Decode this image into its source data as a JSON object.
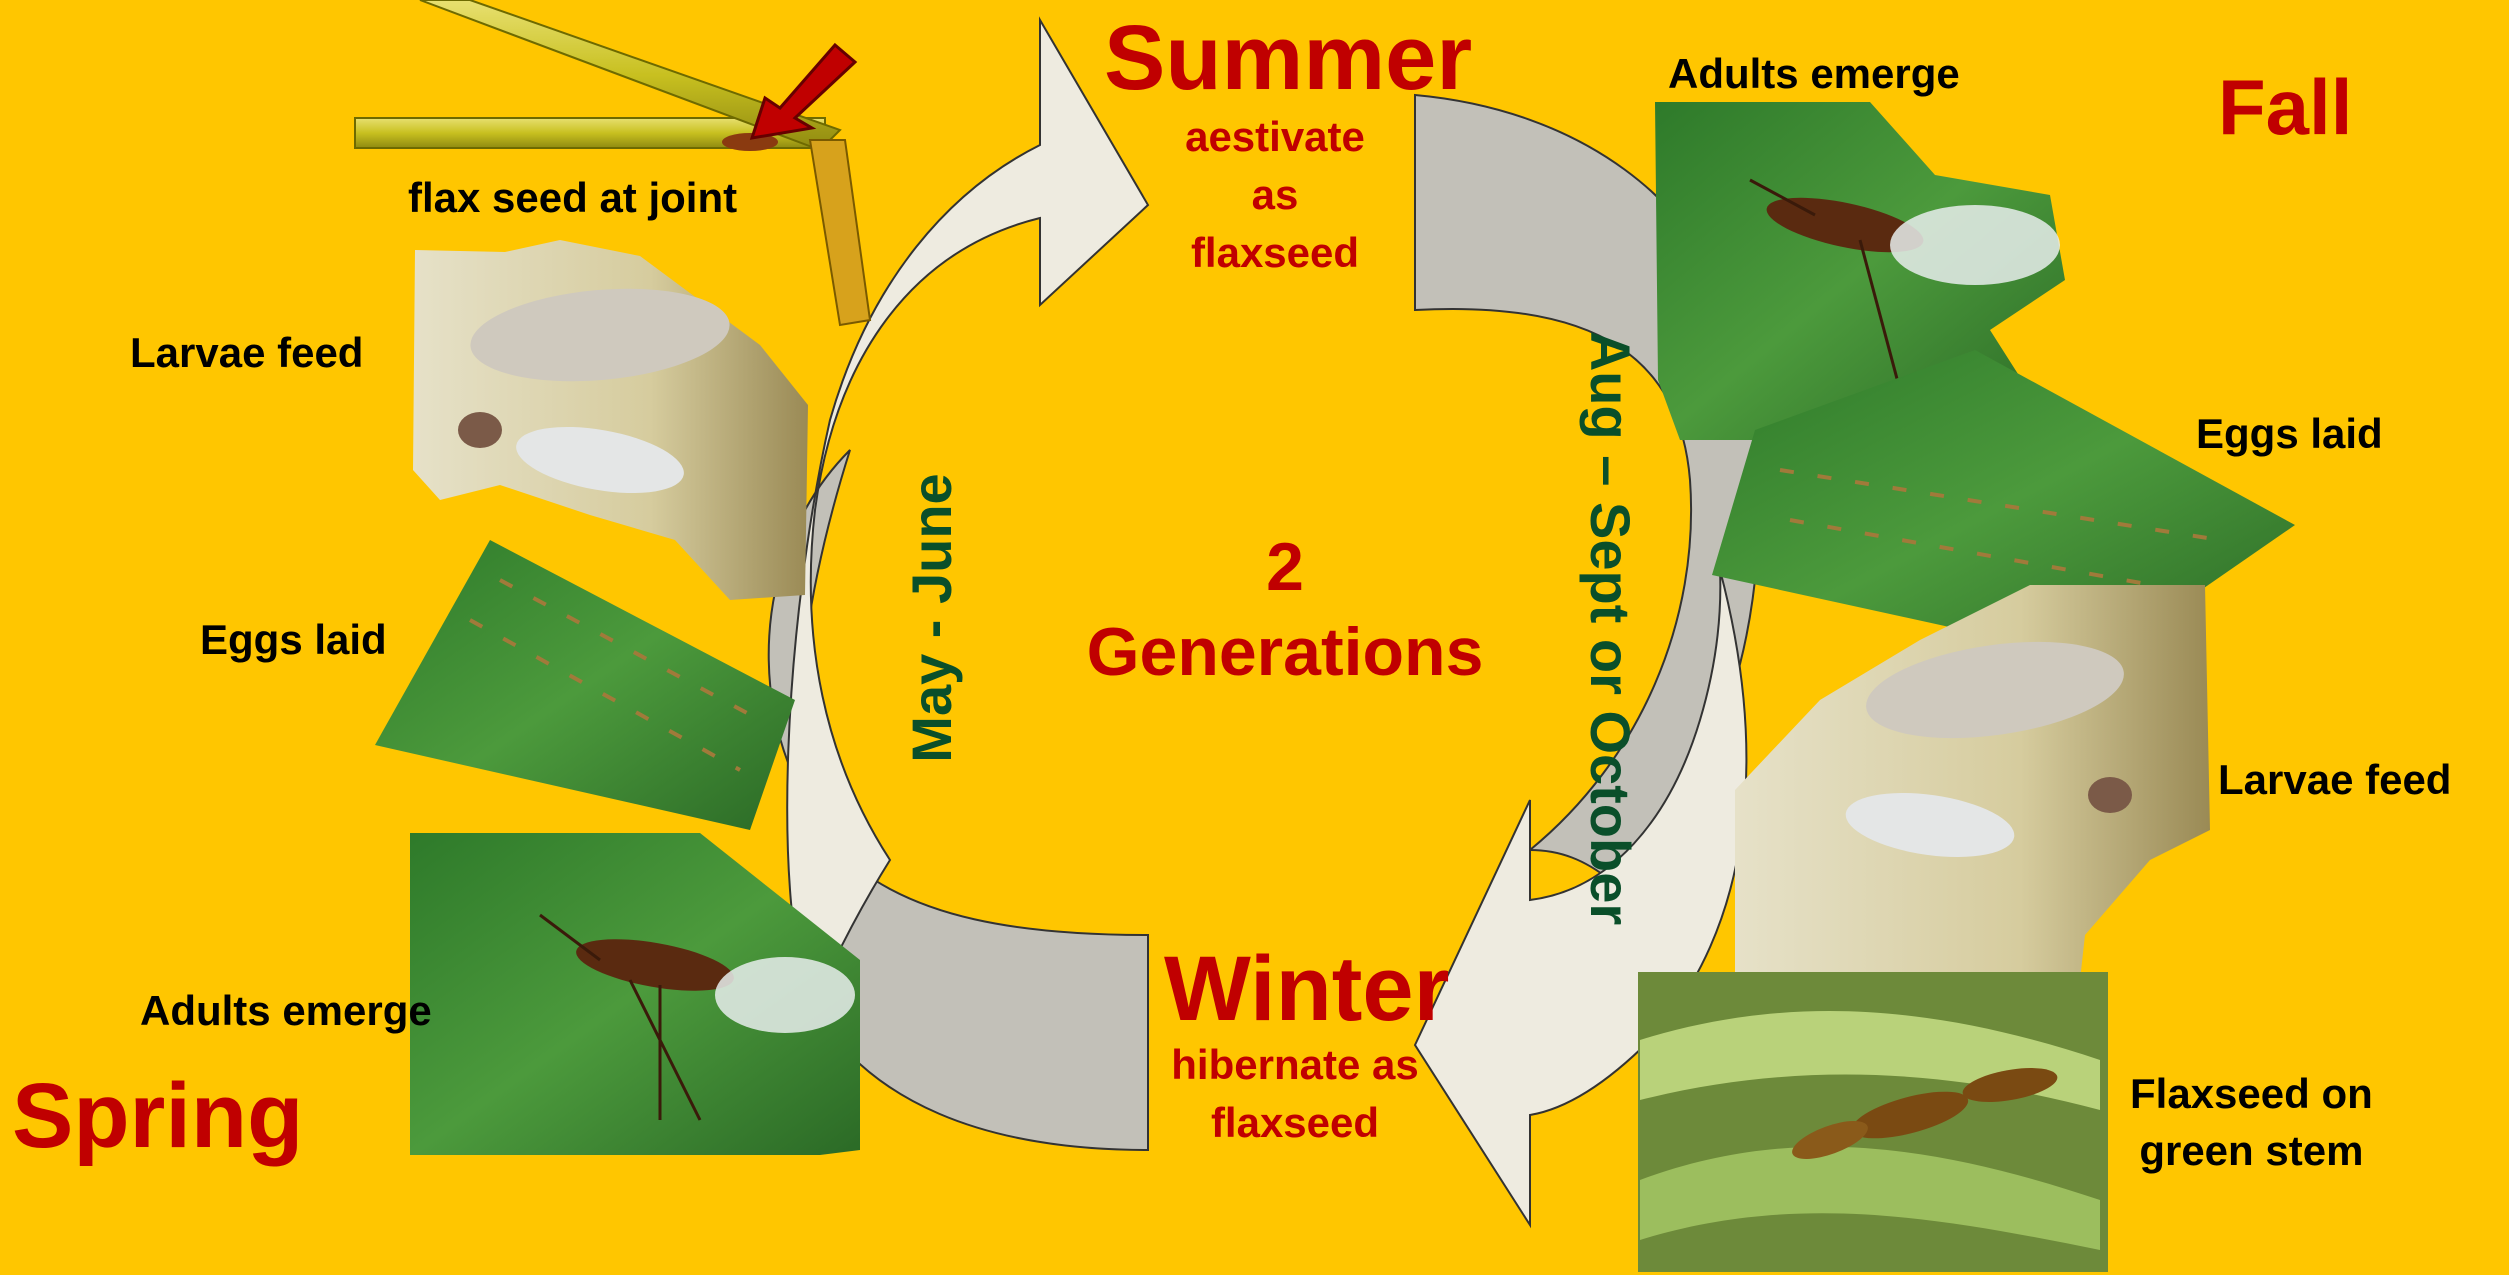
{
  "seasons": {
    "spring": "Spring",
    "summer": "Summer",
    "fall": "Fall",
    "winter": "Winter"
  },
  "summer_note": [
    "aestivate",
    "as",
    "flaxseed"
  ],
  "winter_note": [
    "hibernate as",
    "flaxseed"
  ],
  "center": [
    "2",
    "Generations"
  ],
  "periods": {
    "left": "May - June",
    "right": "Aug – Sept  or October"
  },
  "left_stages": {
    "flax_seed_at_joint": "flax seed at joint",
    "larvae_feed": "Larvae feed",
    "eggs_laid": "Eggs laid",
    "adults_emerge": "Adults emerge"
  },
  "right_stages": {
    "adults_emerge": "Adults emerge",
    "eggs_laid": "Eggs laid",
    "larvae_feed": "Larvae feed",
    "flaxseed_green_stem": [
      "Flaxseed on",
      "green stem"
    ]
  },
  "colors": {
    "background": "#FFC600",
    "season_red": "#C00000",
    "period_green": "#0A4F2A",
    "arrow_light": "#EEEBE0",
    "arrow_gray": "#C2C0B8"
  }
}
